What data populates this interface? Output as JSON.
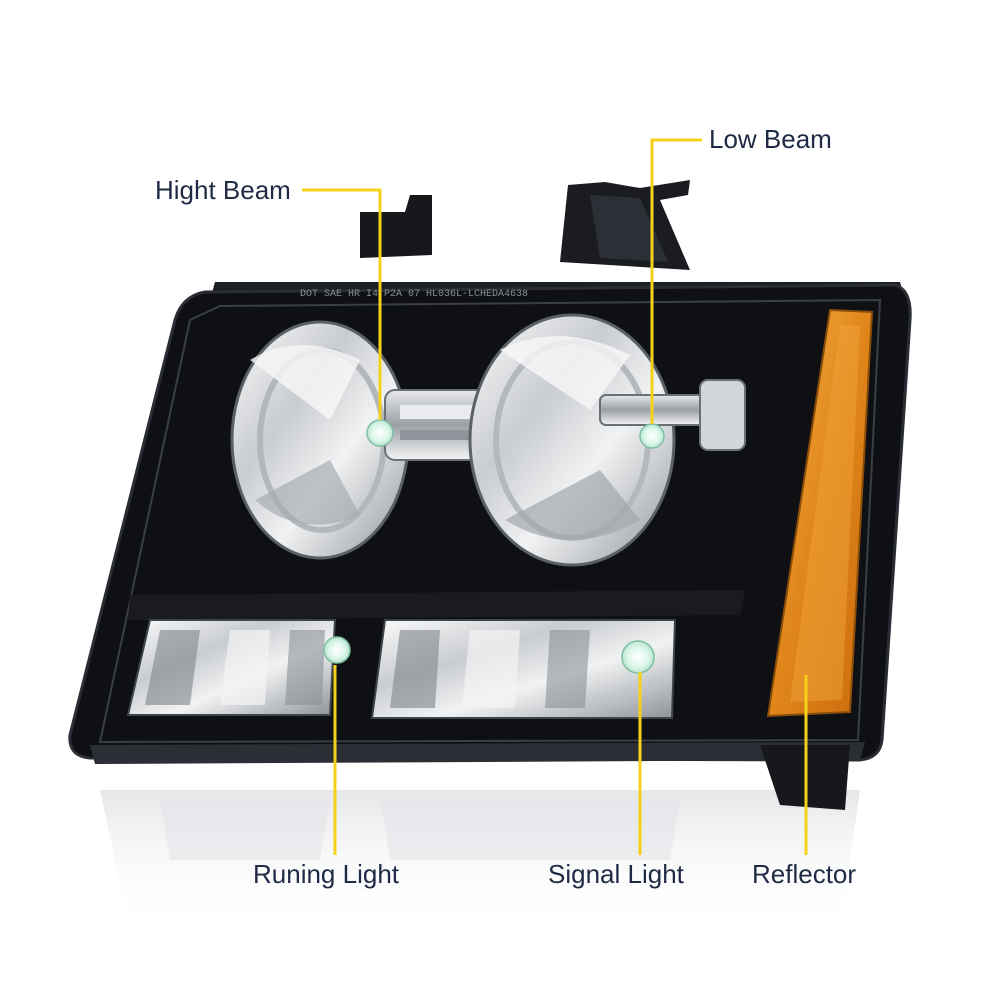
{
  "callouts": {
    "high_beam": "Hight Beam",
    "low_beam": "Low Beam",
    "running_light": "Runing Light",
    "signal_light": "Signal Light",
    "reflector": "Reflector"
  },
  "housing_marking": "DOT SAE HR I4 P2A 07 HL036L-LCHEDA4638",
  "colors": {
    "callout_line": "#f5d21a",
    "label_text": "#1f2a44",
    "housing": "#0e1014",
    "amber": "#e48a1a",
    "bulb_glow": "#dff7ec"
  }
}
